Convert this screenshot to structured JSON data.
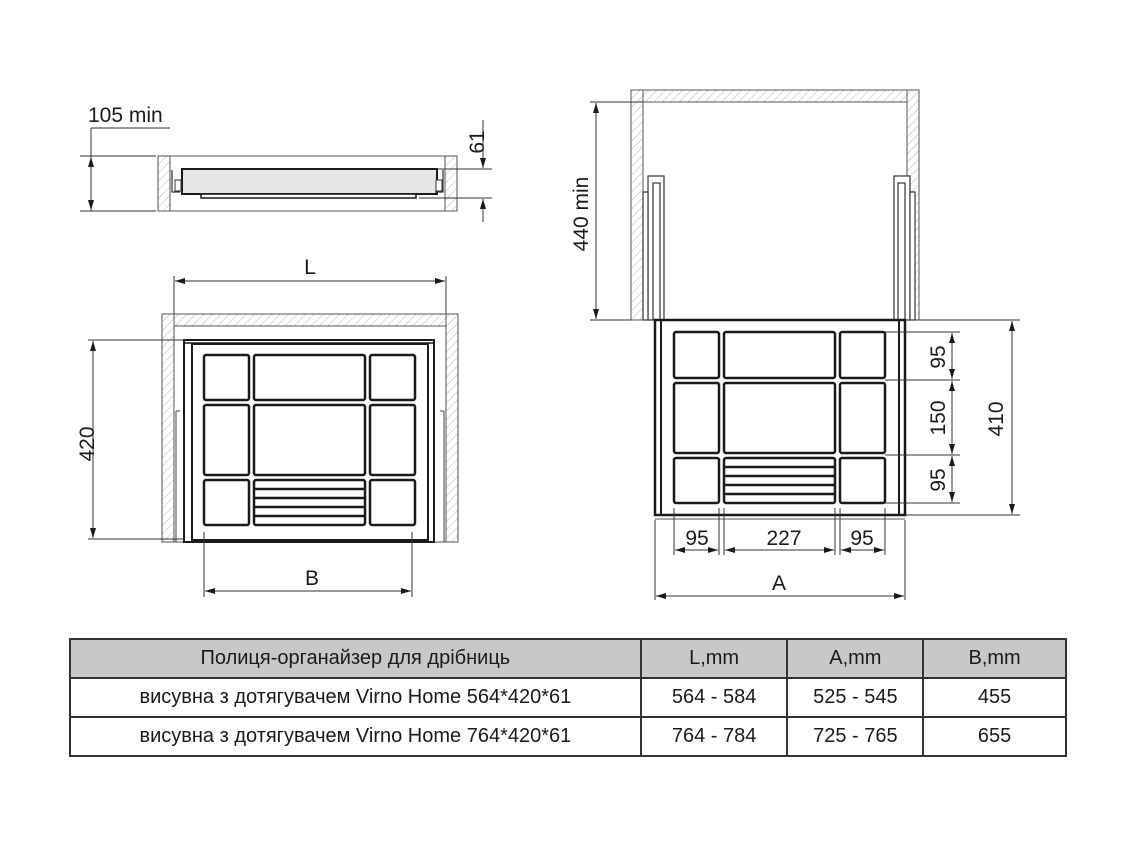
{
  "drawing": {
    "top_view": {
      "min_height_label": "105 min",
      "shelf_height_label": "61"
    },
    "plan_view_left": {
      "width_label": "L",
      "depth_label": "420",
      "inner_width_label": "B"
    },
    "plan_view_right": {
      "cabinet_depth_label": "440 min",
      "organizer_depth_label": "410",
      "row_heights": [
        "95",
        "150",
        "95"
      ],
      "column_widths": [
        "95",
        "227",
        "95"
      ],
      "outer_width_label": "A"
    },
    "colors": {
      "line": "#1a1a1a",
      "wall_hatch": "#b0b0b0",
      "tray_fill": "#e6e6e6",
      "table_header": "#c8c8c8"
    }
  },
  "table": {
    "headers": [
      "Полиця-органайзер для дрібниць",
      "L,mm",
      "A,mm",
      "B,mm"
    ],
    "rows": [
      [
        "висувна з дотягувачем Virno Home 564*420*61",
        "564 - 584",
        "525 - 545",
        "455"
      ],
      [
        "висувна з дотягувачем Virno Home 764*420*61",
        "764 - 784",
        "725 - 765",
        "655"
      ]
    ]
  }
}
